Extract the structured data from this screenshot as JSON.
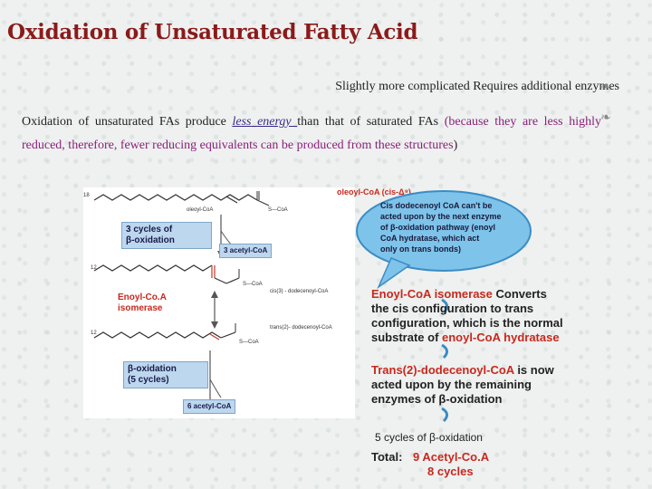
{
  "title": "Oxidation of Unsaturated Fatty Acid",
  "bullets": {
    "b1": "Slightly more complicated Requires additional enzymes",
    "b2_pre": "Oxidation of unsaturated FAs produce ",
    "b2_em": "less energy ",
    "b2_mid": "than that of saturated FAs ",
    "b2_paren": "(because they are less highly reduced, therefore, fewer reducing equivalents can be produced from these structures",
    "b2_close": ")"
  },
  "figure_left": {
    "num_18": "18",
    "label_oleoyl": "oleoyl-CoA",
    "box1_line1": "3 cycles of",
    "box1_line2": "β-oxidation",
    "acetyl3": "3 acetyl-CoA",
    "num_12a": "12",
    "label_cis3": "cis(3) - dodecenoyl-CoA",
    "enoyl_line1": "Enoyl-Co.A",
    "enoyl_line2": "isomerase",
    "num_12b": "12",
    "label_trans2": "trans(2)- dodecenoyl-CoA",
    "box2_line1": "β-oxidation",
    "box2_line2": "(5 cycles)",
    "acetyl6": "6 acetyl-CoA",
    "scoa": "S—CoA"
  },
  "figure_right": {
    "top_label": "oleoyl-CoA  (cis-Δ⁹)",
    "bubble": [
      "Cis dodecenoyl CoA can't be",
      "acted upon by the next enzyme",
      "of β-oxidation pathway (enoyl",
      "CoA hydratase, which act",
      "only on trans bonds)"
    ],
    "p1_red": "Enoyl-CoA  isomerase",
    "p1_rest1": " Converts",
    "p1_lines": [
      "the cis configuration to trans",
      "configuration, which is the normal"
    ],
    "p1_last_pre": "substrate of ",
    "p1_last_red": "enoyl-CoA hydratase",
    "p2_red": "Trans(2)-dodecenoyl-CoA",
    "p2_rest1": " is now",
    "p2_lines": [
      "acted upon by the remaining",
      "enzymes of β-oxidation"
    ],
    "cycles": "5 cycles of β-oxidation",
    "total_label": "Total:",
    "total_val1": "9 Acetyl-Co.A",
    "total_val2": "8 cycles"
  },
  "colors": {
    "title": "#8b1a1a",
    "purple": "#8b1f7a",
    "red": "#c8281e",
    "blue_box": "#bcd7ee"
  }
}
